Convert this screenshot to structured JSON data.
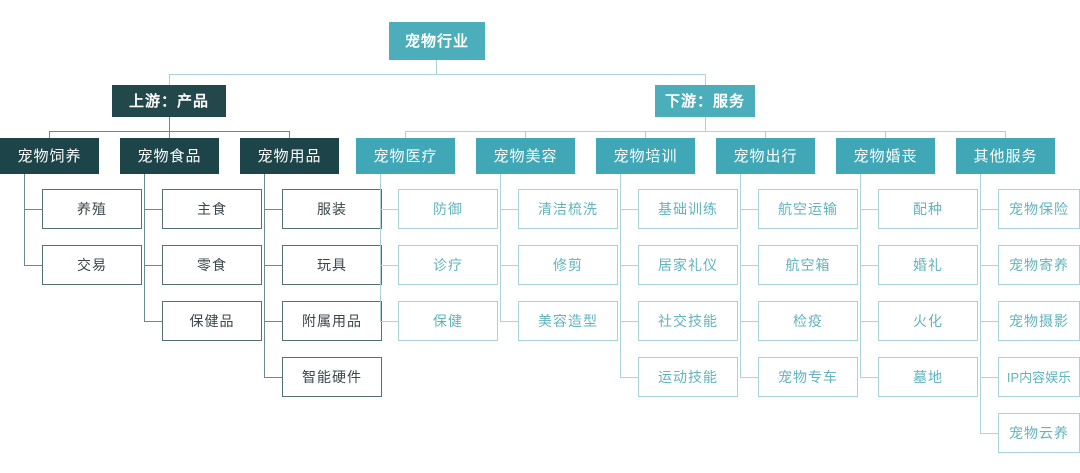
{
  "diagram": {
    "title": "宠物行业",
    "type": "tree",
    "colors": {
      "root_fill": "#4cadbb",
      "upstream_header_fill": "#22484c",
      "upstream_category_fill": "#1d4448",
      "downstream_header_fill": "#4cadbb",
      "downstream_category_fill": "#3fa7b5",
      "upstream_leaf_border": "#556f72",
      "upstream_leaf_text": "#38474a",
      "downstream_leaf_border": "#a8d3d8",
      "downstream_leaf_text": "#63b3bd",
      "connector_dark": "#6c8a8d",
      "connector_light": "#a9d4d9",
      "background": "#ffffff"
    },
    "root": {
      "label": "宠物行业"
    },
    "branches": [
      {
        "id": "upstream",
        "label": "上游：产品",
        "categories": [
          {
            "id": "pet-breeding",
            "label": "宠物饲养",
            "items": [
              "养殖",
              "交易"
            ]
          },
          {
            "id": "pet-food",
            "label": "宠物食品",
            "items": [
              "主食",
              "零食",
              "保健品"
            ]
          },
          {
            "id": "pet-supplies",
            "label": "宠物用品",
            "items": [
              "服装",
              "玩具",
              "附属用品",
              "智能硬件"
            ]
          }
        ]
      },
      {
        "id": "downstream",
        "label": "下游：服务",
        "categories": [
          {
            "id": "pet-medical",
            "label": "宠物医疗",
            "items": [
              "防御",
              "诊疗",
              "保健"
            ]
          },
          {
            "id": "pet-grooming",
            "label": "宠物美容",
            "items": [
              "清洁梳洗",
              "修剪",
              "美容造型"
            ]
          },
          {
            "id": "pet-training",
            "label": "宠物培训",
            "items": [
              "基础训练",
              "居家礼仪",
              "社交技能",
              "运动技能"
            ]
          },
          {
            "id": "pet-travel",
            "label": "宠物出行",
            "items": [
              "航空运输",
              "航空箱",
              "检疫",
              "宠物专车"
            ]
          },
          {
            "id": "pet-wedding-funeral",
            "label": "宠物婚丧",
            "items": [
              "配种",
              "婚礼",
              "火化",
              "墓地"
            ]
          },
          {
            "id": "other-services",
            "label": "其他服务",
            "items": [
              "宠物保险",
              "宠物寄养",
              "宠物摄影",
              "IP内容娱乐",
              "宠物云养"
            ]
          }
        ]
      }
    ]
  }
}
